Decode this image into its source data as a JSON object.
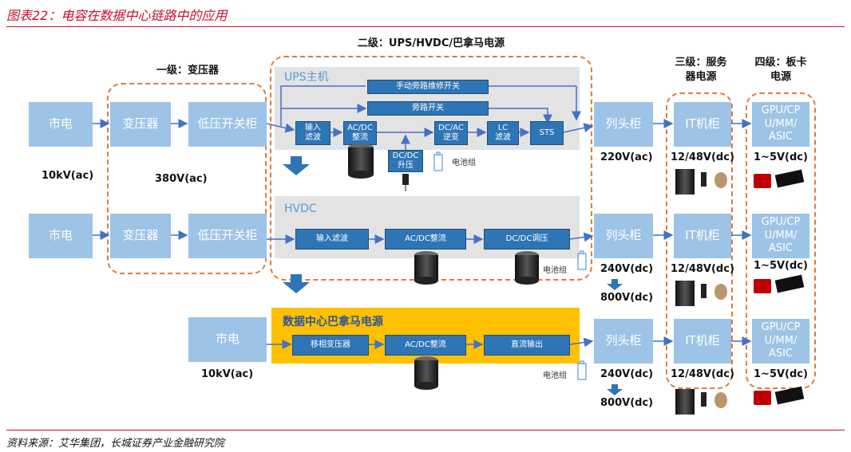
{
  "figure_title": "图表22：电容在数据中心链路中的应用",
  "source": "资料来源：艾华集团，长城证券产业金融研究院",
  "stages": {
    "stage1": "一级：变压器",
    "stage2": "二级：UPS/HVDC/巴拿马电源",
    "stage3": "三级：服务\n器电源",
    "stage4": "四级：板卡\n电源"
  },
  "panels": {
    "ups": "UPS主机",
    "hvdc": "HVDC",
    "panama": "数据中心巴拿马电源"
  },
  "row1": {
    "grid": "市电",
    "transformer": "变压器",
    "lv_switch": "低压开关柜",
    "input_voltage": "10kV(ac)",
    "mid_voltage": "380V(ac)",
    "ups_bypass_manual": "手动旁路维修开关",
    "ups_bypass": "旁路开关",
    "ups_input": "输入\n滤波",
    "ups_acdc": "AC/DC\n整流",
    "ups_dcac": "DC/AC\n逆变",
    "ups_lc": "LC\n滤波",
    "ups_sts": "STS",
    "ups_dcdc": "DC/DC\n升压",
    "ups_battery": "电池组",
    "cabinet": "列头柜",
    "out_voltage": "220V(ac)",
    "it_cabinet": "IT机柜",
    "it_voltage": "12/48V(dc)",
    "board": "GPU/CP\nU/MM/\nASIC",
    "board_voltage": "1~5V(dc)"
  },
  "row2": {
    "grid": "市电",
    "transformer": "变压器",
    "lv_switch": "低压开关柜",
    "hvdc_input": "输入滤波",
    "hvdc_acdc": "AC/DC整流",
    "hvdc_dcdc": "DC/DC调压",
    "battery": "电池组",
    "cabinet": "列头柜",
    "out_voltage": "240V(dc)",
    "out_voltage2": "800V(dc)",
    "it_cabinet": "IT机柜",
    "it_voltage": "12/48V(dc)",
    "board": "GPU/CP\nU/MM/\nASIC",
    "board_voltage": "1~5V(dc)"
  },
  "row3": {
    "grid": "市电",
    "input_voltage": "10kV(ac)",
    "phase_transformer": "移相变压器",
    "acdc": "AC/DC整流",
    "dc_out": "直流输出",
    "battery": "电池组",
    "cabinet": "列头柜",
    "out_voltage": "240V(dc)",
    "out_voltage2": "800V(dc)",
    "it_cabinet": "IT机柜",
    "it_voltage": "12/48V(dc)",
    "board": "GPU/CP\nU/MM/\nASIC",
    "board_voltage": "1~5V(dc)"
  },
  "colors": {
    "accent_red": "#c8102e",
    "dash_orange": "#e07a3a",
    "light_box": "#9dc3e6",
    "dark_box": "#2e75b6",
    "panel_grey": "#e3e3e3",
    "panel_yellow": "#ffc000",
    "arrow_blue": "#4472c4"
  },
  "icons": [
    "capacitor-icon",
    "battery-icon",
    "down-arrow-icon",
    "chip-icon"
  ]
}
